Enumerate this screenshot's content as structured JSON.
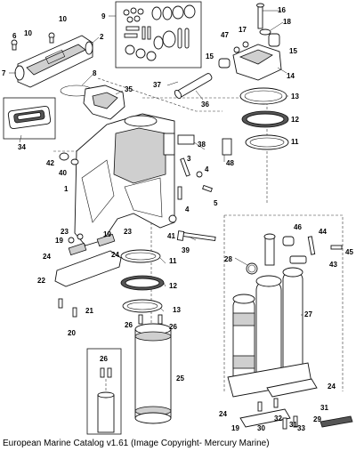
{
  "callouts": [
    {
      "id": "c1",
      "label": "1"
    },
    {
      "id": "c2",
      "label": "2"
    },
    {
      "id": "c3",
      "label": "3"
    },
    {
      "id": "c4a",
      "label": "4"
    },
    {
      "id": "c4b",
      "label": "4"
    },
    {
      "id": "c5",
      "label": "5"
    },
    {
      "id": "c6",
      "label": "6"
    },
    {
      "id": "c7",
      "label": "7"
    },
    {
      "id": "c8",
      "label": "8"
    },
    {
      "id": "c9",
      "label": "9"
    },
    {
      "id": "c10a",
      "label": "10"
    },
    {
      "id": "c10b",
      "label": "10"
    },
    {
      "id": "c11a",
      "label": "11"
    },
    {
      "id": "c11b",
      "label": "11"
    },
    {
      "id": "c12a",
      "label": "12"
    },
    {
      "id": "c12b",
      "label": "12"
    },
    {
      "id": "c13a",
      "label": "13"
    },
    {
      "id": "c13b",
      "label": "13"
    },
    {
      "id": "c14",
      "label": "14"
    },
    {
      "id": "c15a",
      "label": "15"
    },
    {
      "id": "c15b",
      "label": "15"
    },
    {
      "id": "c16",
      "label": "16"
    },
    {
      "id": "c17",
      "label": "17"
    },
    {
      "id": "c18",
      "label": "18"
    },
    {
      "id": "c19a",
      "label": "19"
    },
    {
      "id": "c19b",
      "label": "19"
    },
    {
      "id": "c19c",
      "label": "19"
    },
    {
      "id": "c20",
      "label": "20"
    },
    {
      "id": "c21",
      "label": "21"
    },
    {
      "id": "c22",
      "label": "22"
    },
    {
      "id": "c23a",
      "label": "23"
    },
    {
      "id": "c23b",
      "label": "23"
    },
    {
      "id": "c24a",
      "label": "24"
    },
    {
      "id": "c24b",
      "label": "24"
    },
    {
      "id": "c24c",
      "label": "24"
    },
    {
      "id": "c24d",
      "label": "24"
    },
    {
      "id": "c25",
      "label": "25"
    },
    {
      "id": "c26a",
      "label": "26"
    },
    {
      "id": "c26b",
      "label": "26"
    },
    {
      "id": "c26c",
      "label": "26"
    },
    {
      "id": "c27",
      "label": "27"
    },
    {
      "id": "c28",
      "label": "28"
    },
    {
      "id": "c29",
      "label": "29"
    },
    {
      "id": "c30",
      "label": "30"
    },
    {
      "id": "c31a",
      "label": "31"
    },
    {
      "id": "c31b",
      "label": "31"
    },
    {
      "id": "c32",
      "label": "32"
    },
    {
      "id": "c33",
      "label": "33"
    },
    {
      "id": "c34",
      "label": "34"
    },
    {
      "id": "c35",
      "label": "35"
    },
    {
      "id": "c36",
      "label": "36"
    },
    {
      "id": "c37",
      "label": "37"
    },
    {
      "id": "c38",
      "label": "38"
    },
    {
      "id": "c39",
      "label": "39"
    },
    {
      "id": "c40",
      "label": "40"
    },
    {
      "id": "c41",
      "label": "41"
    },
    {
      "id": "c42",
      "label": "42"
    },
    {
      "id": "c43",
      "label": "43"
    },
    {
      "id": "c44",
      "label": "44"
    },
    {
      "id": "c45",
      "label": "45"
    },
    {
      "id": "c46",
      "label": "46"
    },
    {
      "id": "c47",
      "label": "47"
    },
    {
      "id": "c48",
      "label": "48"
    }
  ],
  "footer": {
    "caption": "European Marine Catalog v1.61 (Image Copyright- Mercury Marine)"
  }
}
